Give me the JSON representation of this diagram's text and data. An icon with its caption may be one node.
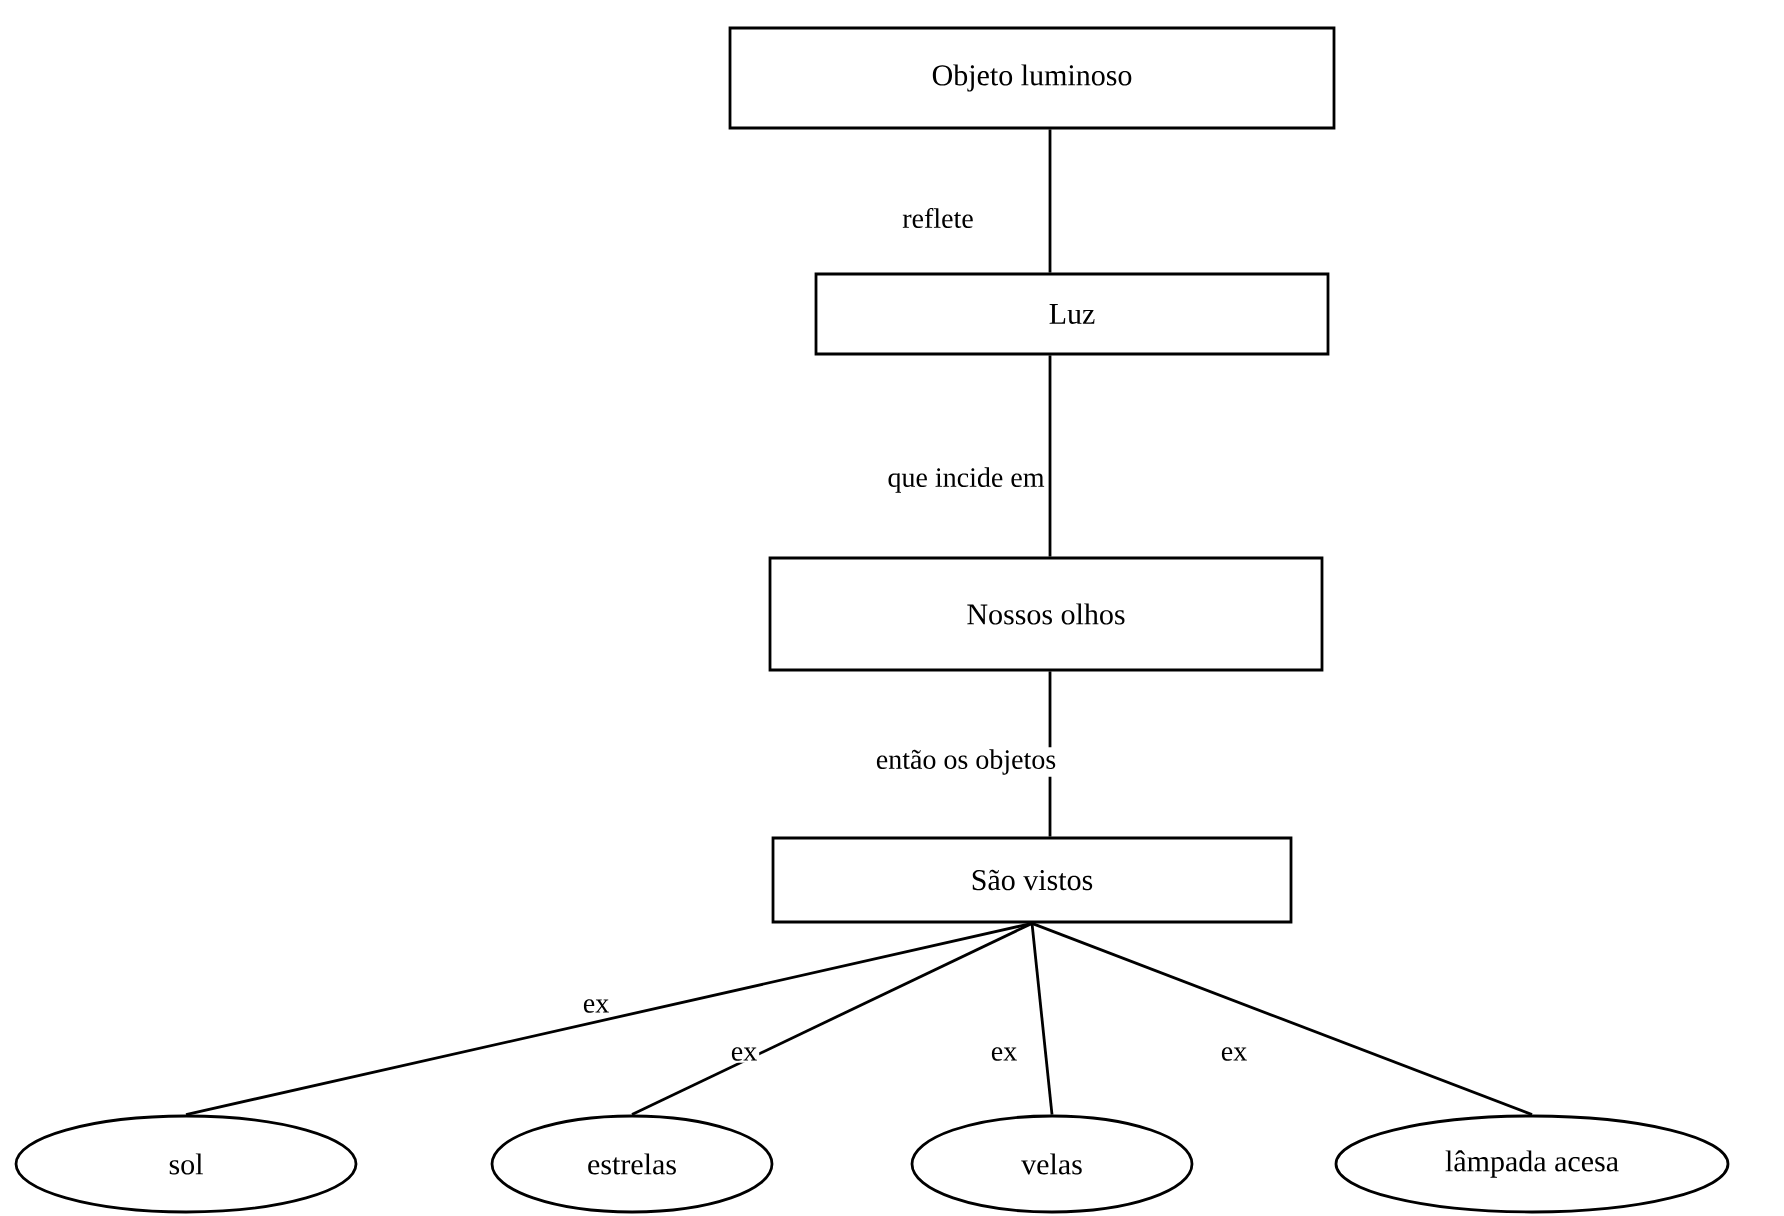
{
  "diagram": {
    "nodes": [
      {
        "text": [
          "Objeto luminoso"
        ]
      },
      {
        "text": [
          "Luz"
        ]
      },
      {
        "text": [
          "Nossos olhos"
        ]
      },
      {
        "text": [
          "São vistos"
        ]
      },
      {
        "text": [
          "sol"
        ]
      },
      {
        "text": [
          "estrelas"
        ]
      },
      {
        "text": [
          "velas"
        ]
      },
      {
        "text": [
          "lâmpada acesa"
        ]
      }
    ],
    "edges": [
      {
        "from": 0,
        "to": 1,
        "arrow": "none",
        "label": "reflete"
      },
      {
        "from": 1,
        "to": 2,
        "arrow": "none",
        "label": "que incide em"
      },
      {
        "from": 2,
        "to": 3,
        "arrow": "none",
        "label": "então os objetos"
      },
      {
        "from": 3,
        "to": 4,
        "arrow": "none",
        "label": "ex"
      },
      {
        "from": 3,
        "to": 5,
        "arrow": "none",
        "label": "ex"
      },
      {
        "from": 3,
        "to": 6,
        "arrow": "none",
        "label": "ex"
      },
      {
        "from": 3,
        "to": 7,
        "arrow": "none",
        "label": "ex"
      }
    ]
  }
}
